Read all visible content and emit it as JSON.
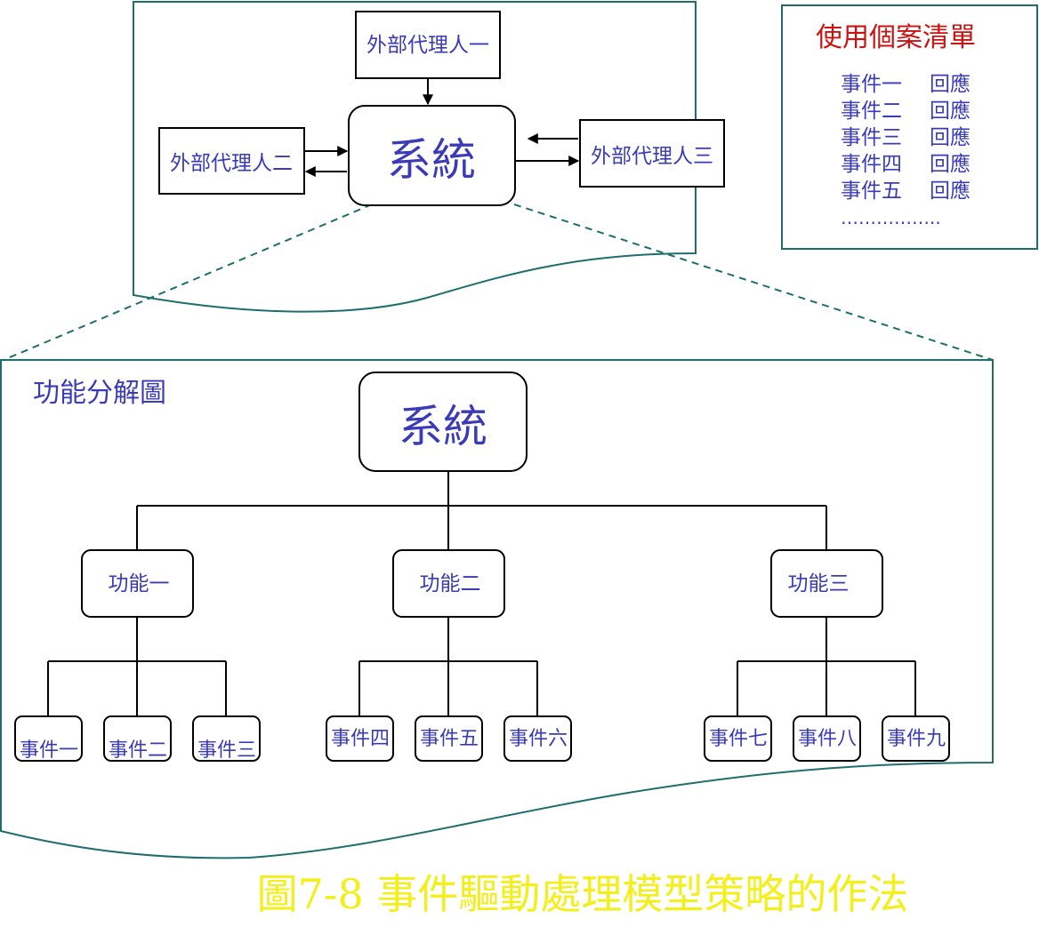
{
  "context": {
    "system": "系統",
    "agent1": "外部代理人一",
    "agent2": "外部代理人二",
    "agent3": "外部代理人三"
  },
  "use_case_list": {
    "title": "使用個案清單",
    "rows": [
      {
        "event": "事件一",
        "response": "回應"
      },
      {
        "event": "事件二",
        "response": "回應"
      },
      {
        "event": "事件三",
        "response": "回應"
      },
      {
        "event": "事件四",
        "response": "回應"
      },
      {
        "event": "事件五",
        "response": "回應"
      }
    ],
    "ellipsis": "……………..",
    "title_color": "#cc1111"
  },
  "decomposition": {
    "title": "功能分解圖",
    "root": "系統",
    "functions": [
      {
        "label": "功能一",
        "events": [
          "事件一",
          "事件二",
          "事件三"
        ]
      },
      {
        "label": "功能二",
        "events": [
          "事件四",
          "事件五",
          "事件六"
        ]
      },
      {
        "label": "功能三",
        "events": [
          "事件七",
          "事件八",
          "事件九"
        ]
      }
    ]
  },
  "caption": "圖7-8 事件驅動處理模型策略的作法",
  "colors": {
    "text_blue": "#3b3bb8",
    "frame_teal": "#1f6e6e",
    "caption_yellow": "#f2ef1a"
  }
}
